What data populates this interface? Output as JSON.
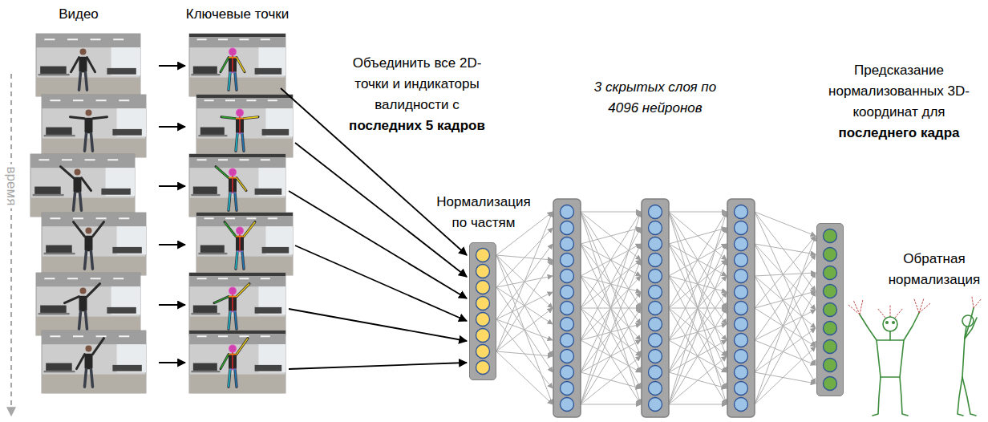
{
  "diagram": {
    "nodes": [
      {
        "text": [
          "Нормализация по частям"
        ]
      },
      {
        "text": [
          "Предсказание нормализованных 3D-координат для",
          "последнего кадра"
        ]
      }
    ],
    "labels": [
      "Видео",
      "Ключевые точки",
      "время",
      "Объединить все 2D-точки и индикаторы валидности с",
      "последних 5 кадров",
      "3 скрытых слоя по 4096 нейронов",
      "Обратная нормализация"
    ]
  }
}
